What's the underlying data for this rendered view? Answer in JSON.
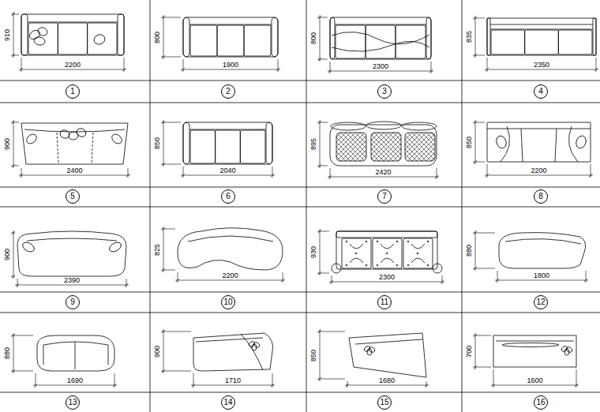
{
  "diagram": {
    "nodes": [
      {
        "text": [
          "1"
        ]
      },
      {
        "text": [
          "2"
        ]
      },
      {
        "text": [
          "3"
        ]
      },
      {
        "text": [
          "4"
        ]
      },
      {
        "text": [
          "5"
        ]
      },
      {
        "text": [
          "6"
        ]
      },
      {
        "text": [
          "7"
        ]
      },
      {
        "text": [
          "8"
        ]
      },
      {
        "text": [
          "9"
        ]
      },
      {
        "text": [
          "10"
        ]
      },
      {
        "text": [
          "11"
        ]
      },
      {
        "text": [
          "12"
        ]
      },
      {
        "text": [
          "13"
        ]
      },
      {
        "text": [
          "14"
        ]
      },
      {
        "text": [
          "15"
        ]
      },
      {
        "text": [
          "16"
        ]
      }
    ],
    "labels": [
      "910",
      "2200",
      "800",
      "1900",
      "800",
      "2300",
      "835",
      "2350",
      "900",
      "2400",
      "850",
      "2040",
      "895",
      "2420",
      "850",
      "2200",
      "900",
      "2390",
      "825",
      "2200",
      "930",
      "2300",
      "880",
      "1800",
      "880",
      "1690",
      "900",
      "1710",
      "850",
      "1680",
      "700",
      "1600"
    ]
  }
}
